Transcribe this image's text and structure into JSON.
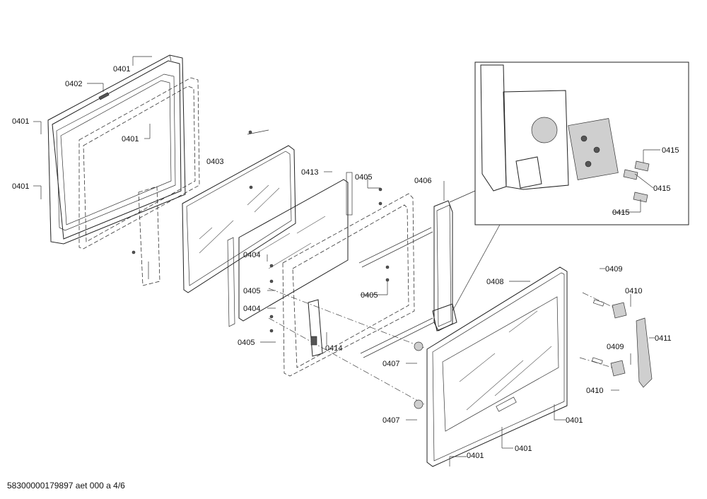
{
  "footer": {
    "code": "58300000179897 aet 000 a 4/6"
  },
  "callouts": [
    {
      "id": "c1",
      "text": "0401"
    },
    {
      "id": "c2",
      "text": "0402"
    },
    {
      "id": "c3",
      "text": "0401"
    },
    {
      "id": "c4",
      "text": "0401"
    },
    {
      "id": "c5",
      "text": "0401"
    },
    {
      "id": "c6",
      "text": "0403"
    },
    {
      "id": "c7",
      "text": "0413"
    },
    {
      "id": "c8",
      "text": "0405"
    },
    {
      "id": "c9",
      "text": "0406"
    },
    {
      "id": "c10",
      "text": "0404"
    },
    {
      "id": "c11",
      "text": "0405"
    },
    {
      "id": "c12",
      "text": "0405"
    },
    {
      "id": "c13",
      "text": "0404"
    },
    {
      "id": "c14",
      "text": "0405"
    },
    {
      "id": "c15",
      "text": "0414"
    },
    {
      "id": "c16",
      "text": "0407"
    },
    {
      "id": "c17",
      "text": "0407"
    },
    {
      "id": "c18",
      "text": "0408"
    },
    {
      "id": "c19",
      "text": "0409"
    },
    {
      "id": "c20",
      "text": "0410"
    },
    {
      "id": "c21",
      "text": "0411"
    },
    {
      "id": "c22",
      "text": "0409"
    },
    {
      "id": "c23",
      "text": "0410"
    },
    {
      "id": "c24",
      "text": "0401"
    },
    {
      "id": "c25",
      "text": "0401"
    },
    {
      "id": "c26",
      "text": "0401"
    },
    {
      "id": "c27",
      "text": "0415"
    },
    {
      "id": "c28",
      "text": "0415"
    },
    {
      "id": "c29",
      "text": "0415"
    }
  ]
}
